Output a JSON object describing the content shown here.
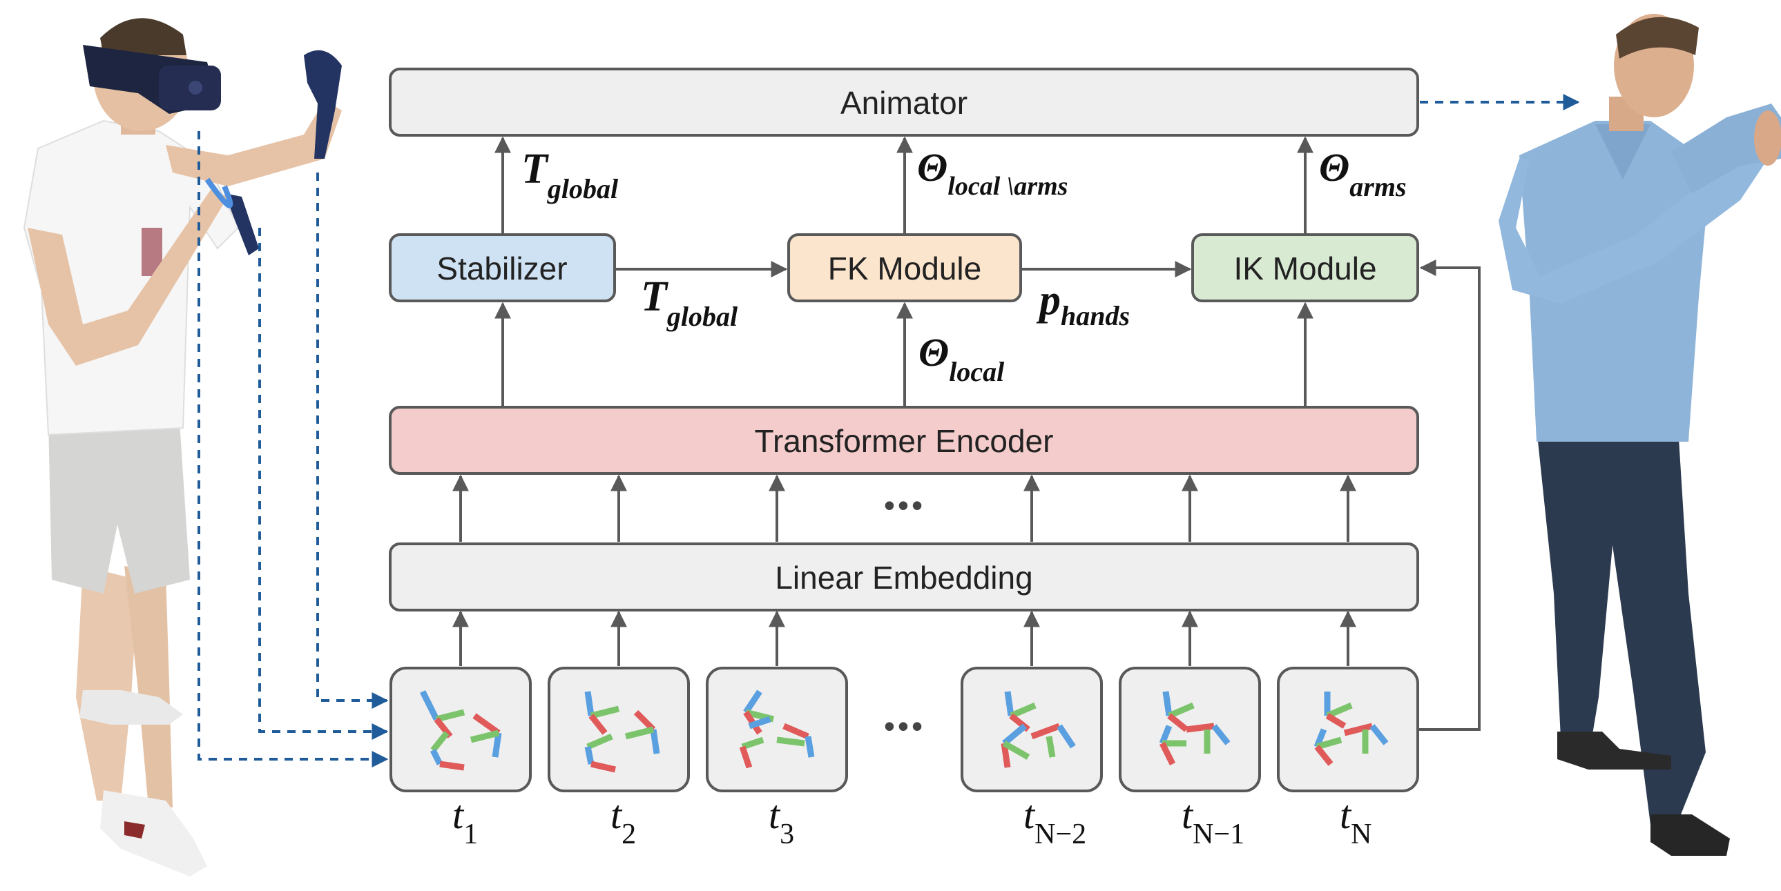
{
  "boxes": {
    "animator": "Animator",
    "stabilizer": "Stabilizer",
    "fk_module": "FK Module",
    "ik_module": "IK Module",
    "transformer_encoder": "Transformer Encoder",
    "linear_embedding": "Linear Embedding"
  },
  "edge_labels": {
    "t_global_up": {
      "base": "T",
      "sub": "global"
    },
    "t_global_side": {
      "base": "T",
      "sub": "global"
    },
    "theta_local_arms": {
      "base": "Θ",
      "sub": "local \\arms"
    },
    "theta_arms": {
      "base": "Θ",
      "sub": "arms"
    },
    "p_hands": {
      "base": "p",
      "sub": "hands"
    },
    "theta_local": {
      "base": "Θ",
      "sub": "local"
    }
  },
  "time_steps": [
    {
      "base": "t",
      "sub": "1"
    },
    {
      "base": "t",
      "sub": "2"
    },
    {
      "base": "t",
      "sub": "3"
    },
    {
      "base": "t",
      "sub": "N−2"
    },
    {
      "base": "t",
      "sub": "N−1"
    },
    {
      "base": "t",
      "sub": "N"
    }
  ],
  "ellipsis": "•••",
  "colors": {
    "box_gray": "#efefef",
    "box_stroke": "#595959",
    "stabilizer_fill": "#cfe2f3",
    "fk_fill": "#fce5cd",
    "ik_fill": "#d9ead3",
    "transformer_fill": "#f4cccc",
    "arrow": "#595959",
    "dashed_arrow": "#1f5c99",
    "joint_blue": "#5a9fe0",
    "joint_green": "#7cc46b",
    "joint_red": "#e05a5a"
  }
}
